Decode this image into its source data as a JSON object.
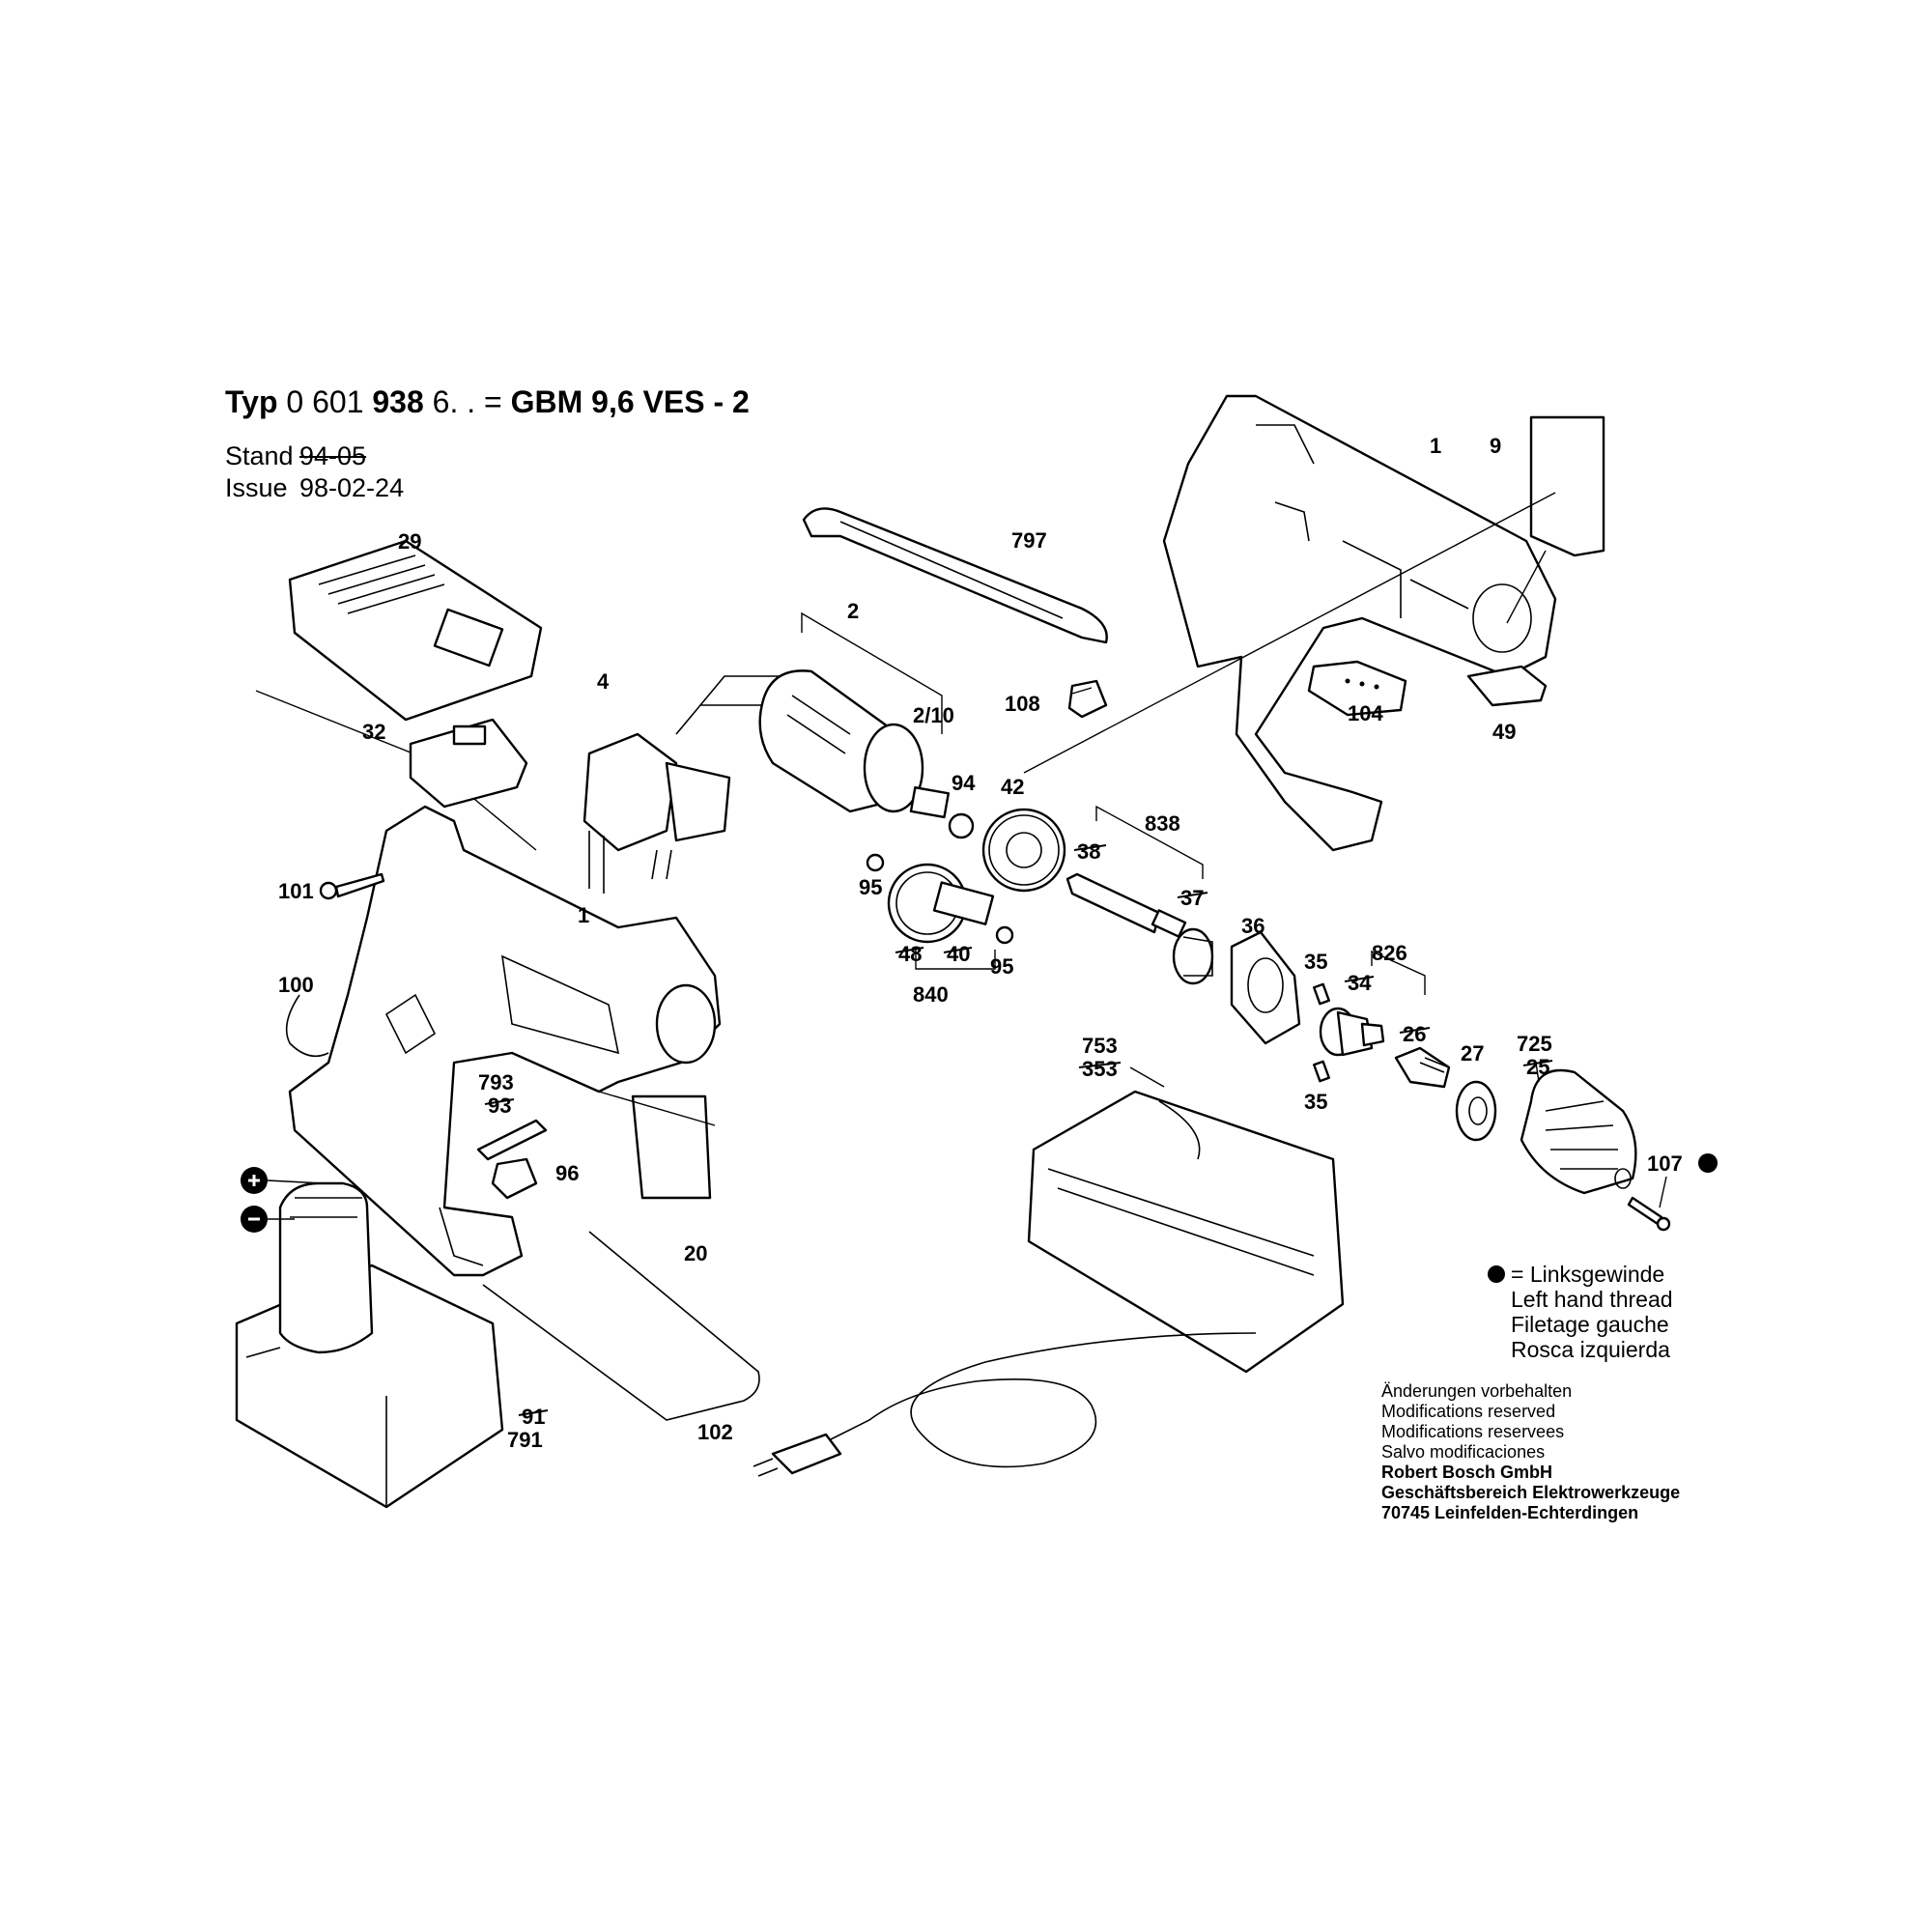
{
  "header": {
    "typ_label": "Typ",
    "typ_number_a": "0 601",
    "typ_number_b": "938",
    "typ_number_c": "6. .",
    "typ_equals": "=",
    "model": "GBM 9,6 VES - 2",
    "stand_label": "Stand",
    "stand_value": "94-05",
    "issue_label": "Issue",
    "issue_value": "98-02-24"
  },
  "legend": {
    "symbol": "= Linksgewinde",
    "en": "Left hand thread",
    "fr": "Filetage gauche",
    "es": "Rosca izquierda"
  },
  "footer": {
    "line1": "Änderungen vorbehalten",
    "line2": "Modifications reserved",
    "line3": "Modifications reservees",
    "line4": "Salvo modificaciones",
    "company": "Robert Bosch GmbH",
    "division": "Geschäftsbereich Elektrowerkzeuge",
    "address": "70745 Leinfelden-Echterdingen"
  },
  "parts": {
    "p1_left": "1",
    "p1_right": "1",
    "p2": "2",
    "p2_10": "2/10",
    "p4": "4",
    "p9": "9",
    "p20": "20",
    "p25": "25",
    "p26": "26",
    "p27": "27",
    "p29": "29",
    "p32": "32",
    "p34": "34",
    "p35_top": "35",
    "p35_bottom": "35",
    "p36": "36",
    "p37": "37",
    "p38": "38",
    "p40": "40",
    "p42": "42",
    "p48": "48",
    "p49": "49",
    "p91": "91",
    "p93": "93",
    "p94": "94",
    "p95_top": "95",
    "p95_bottom": "95",
    "p96": "96",
    "p100": "100",
    "p101": "101",
    "p102": "102",
    "p104": "104",
    "p107": "107",
    "p108": "108",
    "p725": "725",
    "p753": "753",
    "p353": "353",
    "p791": "791",
    "p793": "793",
    "p797": "797",
    "p826": "826",
    "p838": "838",
    "p840": "840"
  }
}
